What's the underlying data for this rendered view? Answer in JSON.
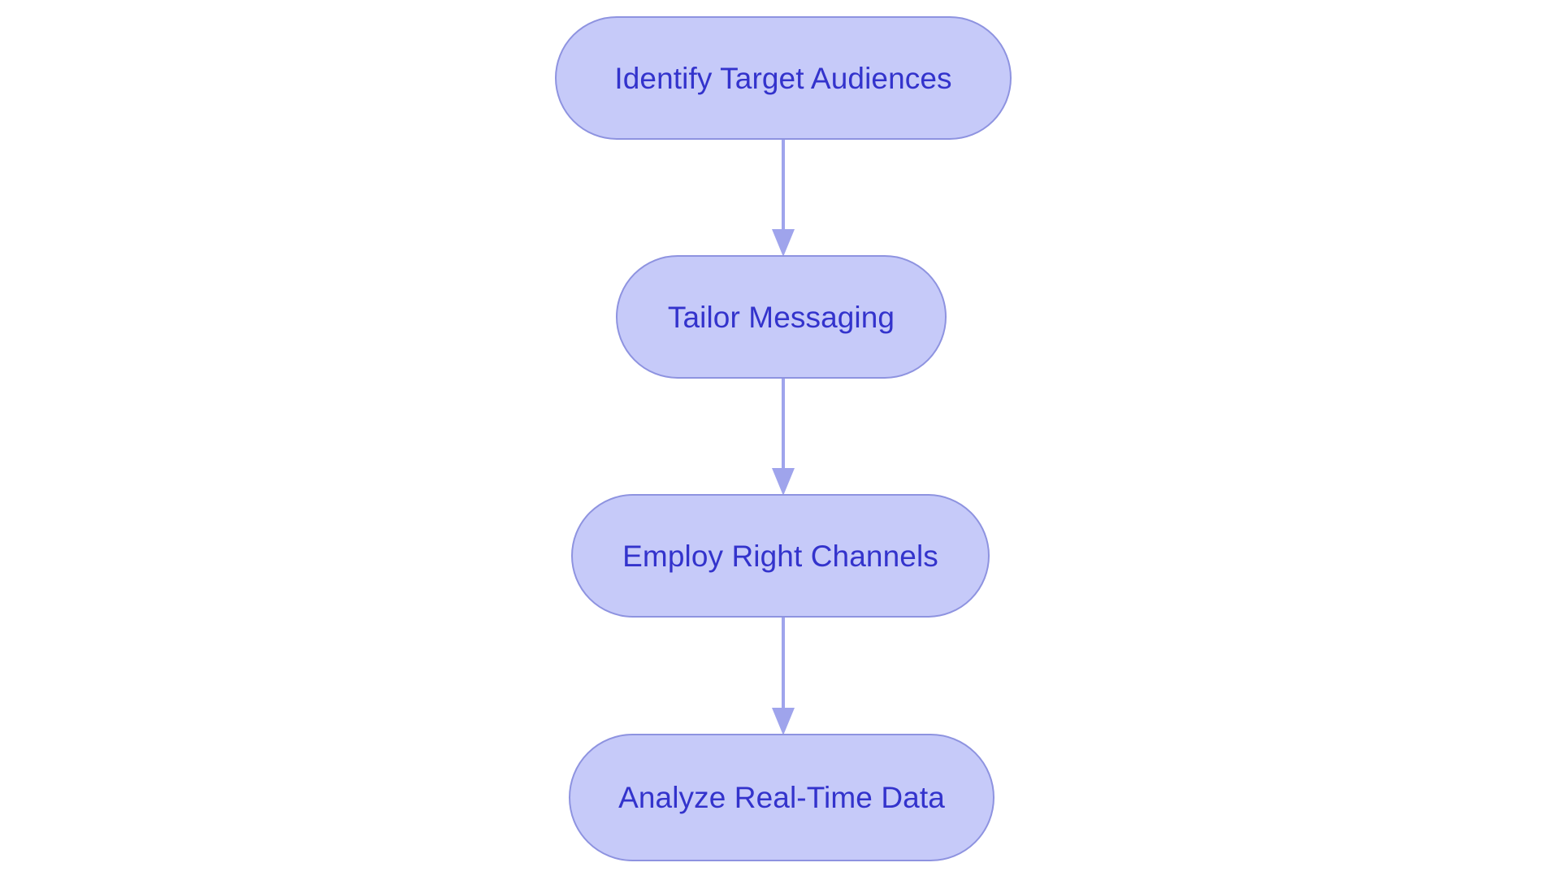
{
  "diagram": {
    "type": "flowchart",
    "orientation": "top-to-bottom",
    "background_color": "#ffffff",
    "node_fill_color": "#c6caf9",
    "node_border_color": "#8e93e0",
    "node_text_color": "#3333cc",
    "edge_color": "#9fa4ec",
    "nodes": [
      {
        "id": "n0",
        "label": "Identify Target Audiences"
      },
      {
        "id": "n1",
        "label": "Tailor Messaging"
      },
      {
        "id": "n2",
        "label": "Employ Right Channels"
      },
      {
        "id": "n3",
        "label": "Analyze Real-Time Data"
      }
    ],
    "edges": [
      {
        "id": "e0",
        "from": "n0",
        "to": "n1",
        "arrow": "arrow-down-icon"
      },
      {
        "id": "e1",
        "from": "n1",
        "to": "n2",
        "arrow": "arrow-down-icon"
      },
      {
        "id": "e2",
        "from": "n2",
        "to": "n3",
        "arrow": "arrow-down-icon"
      }
    ]
  }
}
